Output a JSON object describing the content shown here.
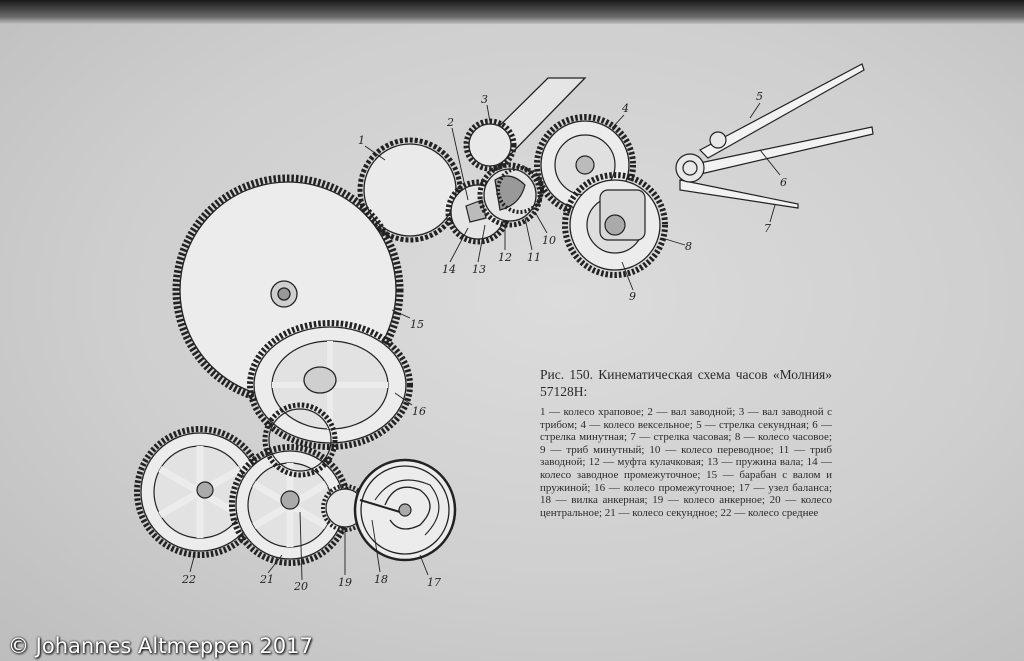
{
  "figure": {
    "caption_title": "Рис. 150. Кинематическая схема часов «Молния» 57128Н:",
    "caption_body": "1 — колесо храповое; 2 — вал заводной; 3 — вал заводной с трибом; 4 — колесо вексельное; 5 — стрелка секундная; 6 — стрелка минутная; 7 — стрелка часовая; 8 — колесо часовое; 9 — триб минутный; 10 — колесо переводное; 11 — триб заводной; 12 — муфта кулачковая; 13 — пружина вала; 14 — колесо заводное промежуточное; 15 — барабан с валом и пружиной; 16 — колесо промежуточное; 17 — узел баланса; 18 — вилка анкерная; 19 — колесо анкерное; 20 — колесо центральное; 21 — колесо секундное; 22 — колесо среднее",
    "part_numbers": [
      "1",
      "2",
      "3",
      "4",
      "5",
      "6",
      "7",
      "8",
      "9",
      "10",
      "11",
      "12",
      "13",
      "14",
      "15",
      "16",
      "17",
      "18",
      "19",
      "20",
      "21",
      "22"
    ]
  },
  "watermark": "© Johannes Altmeppen 2017"
}
